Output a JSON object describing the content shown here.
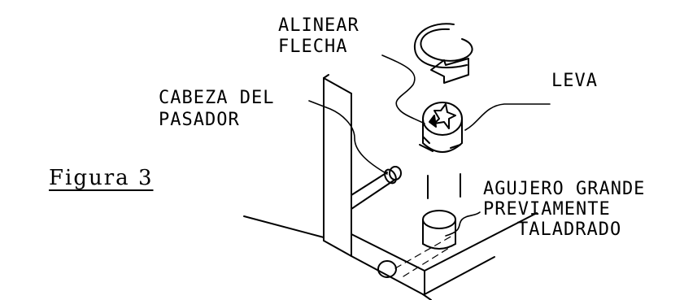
{
  "figure": {
    "title": "Figura 3"
  },
  "labels": {
    "align_line1": "ALINEAR",
    "align_line2": "FLECHA",
    "cam": "LEVA",
    "pin_line1": "CABEZA DEL",
    "pin_line2": "PASADOR",
    "hole_line1": "AGUJERO GRANDE",
    "hole_line2": "PREVIAMENTE",
    "hole_line3": "TALADRADO"
  },
  "colors": {
    "ink": "#000000",
    "background": "#ffffff"
  }
}
